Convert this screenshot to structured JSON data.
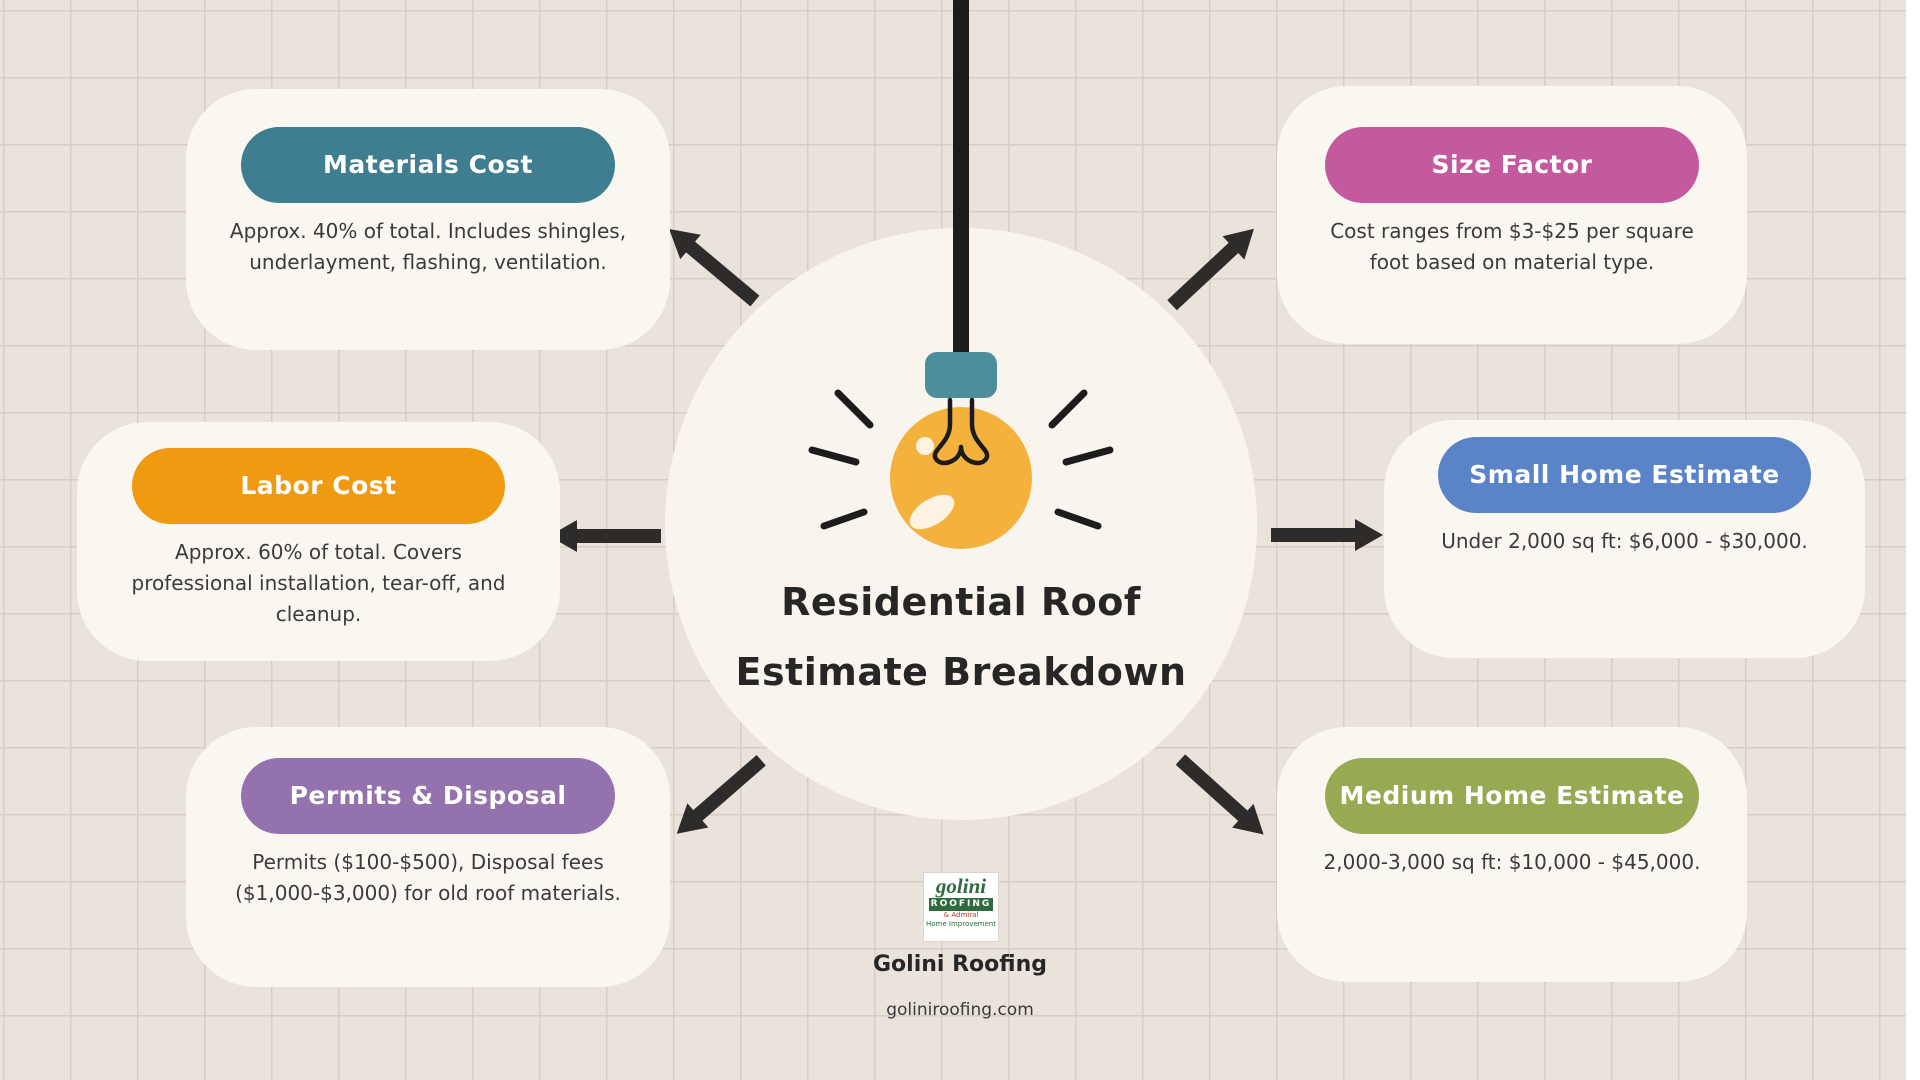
{
  "page": {
    "background_color": "#eae3dc",
    "grid_line_color": "#d8cdc5",
    "arrow_color": "#2d2c2a",
    "card_background": "#faf7f1",
    "circle_background": "#f9f5ee",
    "edge_color": "#ffffff"
  },
  "center": {
    "title_line1": "Residential Roof",
    "title_line2": "Estimate Breakdown",
    "bulb_colors": {
      "cord": "#1c1c1c",
      "socket": "#4d8e9b",
      "bulb": "#f4b13c"
    }
  },
  "cards": [
    {
      "label": "Materials Cost",
      "color": "#3e7e90",
      "text": "Approx. 40% of total. Includes shingles, underlayment, flashing, ventilation."
    },
    {
      "label": "Labor Cost",
      "color": "#f09a12",
      "text": "Approx. 60% of total. Covers professional installation, tear-off, and cleanup."
    },
    {
      "label": "Permits & Disposal",
      "color": "#9372ae",
      "text": "Permits ($100-$500), Disposal fees ($1,000-$3,000) for old roof materials."
    },
    {
      "label": "Size Factor",
      "color": "#c45a9d",
      "text": "Cost ranges from $3-$25 per square foot based on material type."
    },
    {
      "label": "Small Home Estimate",
      "color": "#5b84c8",
      "text": "Under 2,000 sq ft: $6,000 - $30,000."
    },
    {
      "label": "Medium Home Estimate",
      "color": "#98a953",
      "text": "2,000-3,000 sq ft: $10,000 - $45,000."
    }
  ],
  "footer": {
    "brand": "Golini Roofing",
    "website": "goliniroofing.com",
    "logo": {
      "name": "golini",
      "banner": "ROOFING",
      "sub1": "& Admiral",
      "sub2": "Home Improvement"
    }
  }
}
